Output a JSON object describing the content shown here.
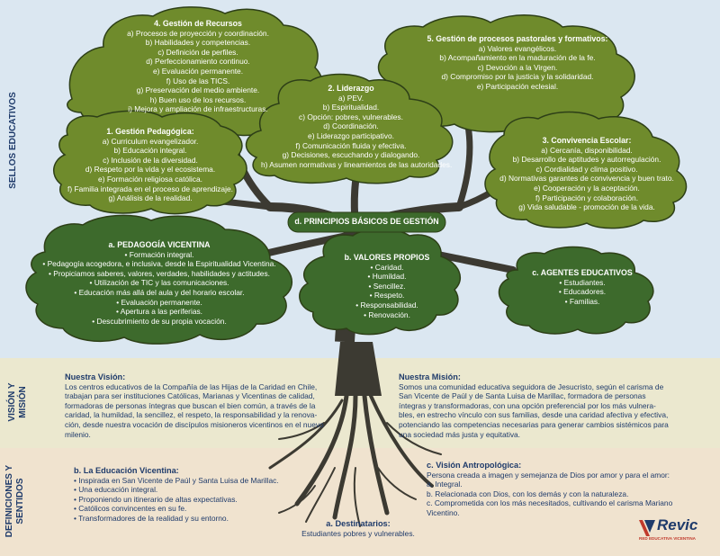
{
  "side_labels": {
    "sellos": "SELLOS EDUCATIVOS",
    "vision_line1": "VISIÓN Y",
    "vision_line2": "MISIÓN",
    "defs_line1": "DEFINICIONES Y",
    "defs_line2": "SENTIDOS"
  },
  "gestion_recursos": {
    "title": "4. Gestión de Recursos",
    "items": [
      "a) Procesos de proyección y coordinación.",
      "b) Habilidades y competencias.",
      "c) Definición de perfiles.",
      "d) Perfeccionamiento continuo.",
      "e) Evaluación permanente.",
      "f) Uso de las TICS.",
      "g) Preservación del medio ambiente.",
      "h) Buen uso de los recursos.",
      "i) Mejora y ampliación de infraestructuras."
    ]
  },
  "gestion_pastoral": {
    "title": "5. Gestión de procesos pastorales y formativos:",
    "items": [
      "a) Valores evangélicos.",
      "b) Acompañamiento en la maduración de la fe.",
      "c) Devoción a la Virgen.",
      "d) Compromiso por la justicia y la solidaridad.",
      "e) Participación eclesial."
    ]
  },
  "liderazgo": {
    "title": "2. Liderazgo",
    "items": [
      "a) PEV.",
      "b) Espiritualidad.",
      "c) Opción: pobres, vulnerables.",
      "d) Coordinación.",
      "e) Liderazgo participativo.",
      "f) Comunicación fluida y efectiva.",
      "g) Decisiones, escuchando y dialogando.",
      "h) Asumen normativas y lineamientos de las autoridades."
    ]
  },
  "gestion_pedagogica": {
    "title": "1. Gestión Pedagógica:",
    "items": [
      "a) Curriculum evangelizador.",
      "b) Educación integral.",
      "c) Inclusión de la diversidad.",
      "d) Respeto por la vida y  el ecosistema.",
      "e) Formación religiosa católica.",
      "f) Familia integrada en el proceso de aprendizaje.",
      "g) Análisis de la realidad."
    ]
  },
  "convivencia": {
    "title": "3. Convivencia Escolar:",
    "items": [
      "a) Cercanía, disponibilidad.",
      "b) Desarrollo de aptitudes y autorregulación.",
      "c) Cordialidad y clima positivo.",
      "d) Normativas garantes de convivencia y buen trato.",
      "e) Cooperación y la aceptación.",
      "f) Participación y colaboración.",
      "g) Vida saludable - promoción de la vida."
    ]
  },
  "principios": {
    "title": "d. PRINCIPIOS BÁSICOS DE GESTIÓN"
  },
  "pedagogia_vicentina": {
    "title": "a. PEDAGOGÍA VICENTINA",
    "items": [
      "• Formación integral.",
      "• Pedagogía acogedora, e inclusiva, desde la Espiritualidad Vicentina.",
      "• Propiciamos saberes, valores, verdades, habilidades y actitudes.",
      "• Utilización de TIC y las comunicaciones.",
      "• Educación más allá del aula y del horario escolar.",
      "• Evaluación permanente.",
      "• Apertura a las periferias.",
      "• Descubrimiento de su propia vocación."
    ]
  },
  "valores_propios": {
    "title": "b. VALORES PROPIOS",
    "items": [
      "• Caridad.",
      "• Humildad.",
      "• Sencillez.",
      "• Respeto.",
      "• Responsabilidad.",
      "• Renovación."
    ]
  },
  "agentes": {
    "title": "c. AGENTES EDUCATIVOS",
    "items": [
      "• Estudiantes.",
      "• Educadores.",
      "• Familias."
    ]
  },
  "vision": {
    "title": "Nuestra Visión:",
    "lines": [
      "Los centros educativos de la Compañía de las Hijas de la Caridad en Chile,",
      "trabajan para ser instituciones Católicas, Marianas y Vicentinas de calidad,",
      "formadoras de personas íntegras que buscan el bien común, a través de la",
      "caridad, la humildad, la sencillez, el respeto, la responsabilidad y la renova-",
      "ción, desde nuestra vocación de discípulos misioneros vicentinos en el nuevo",
      "milenio."
    ]
  },
  "mision": {
    "title": "Nuestra Misión:",
    "lines": [
      "Somos una comunidad educativa seguidora de Jesucristo, según el carisma de",
      "San Vicente de Paúl y de Santa Luisa de Marillac, formadora de personas",
      "íntegras y transformadoras, con una opción preferencial por los más vulnera-",
      "bles, en estrecho vínculo con sus familias, desde una caridad afectiva y efectiva,",
      "potenciando las competencias necesarias para generar cambios sistémicos para",
      "una sociedad más justa y equitativa."
    ]
  },
  "educacion_vicentina": {
    "title": "b. La Educación Vicentina:",
    "items": [
      "• Inspirada en San Vicente de Paúl y Santa Luisa de Marillac.",
      "• Una educación integral.",
      "• Proponiendo un itinerario de altas expectativas.",
      "• Católicos convincentes en su fe.",
      "• Transformadores de la realidad y su entorno."
    ]
  },
  "vision_antropologica": {
    "title": "c. Visión Antropológica:",
    "lines": [
      "Persona creada a imagen y semejanza de Dios por amor y para el amor:",
      "a. Integral.",
      "b. Relacionada con Dios, con los demás y con la naturaleza.",
      "c. Comprometida con los más necesitados, cultivando el carisma Mariano",
      "Vicentino."
    ]
  },
  "destinatarios": {
    "title": "a. Destinatarios:",
    "text": "Estudiantes pobres y vulnerables."
  },
  "logo": {
    "name": "Revic",
    "subtitle": "RED EDUCATIVA VICENTINA"
  },
  "colors": {
    "crown_light": "#6f8b2c",
    "crown_dark": "#3d6a2c",
    "crown_edge": "#2d3f17",
    "trunk": "#3c3a32",
    "text_blue": "#1f3b6b",
    "logo_red": "#c0392b"
  }
}
